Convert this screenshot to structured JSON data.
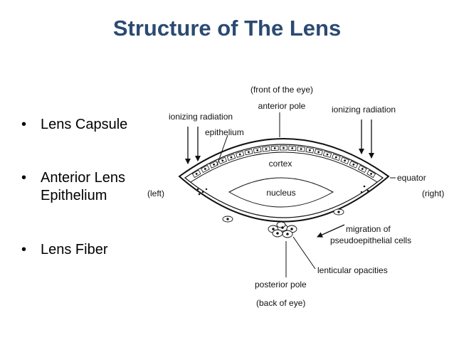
{
  "title": "Structure of The Lens",
  "bullets": [
    {
      "symbol": "•",
      "text": "Lens Capsule"
    },
    {
      "symbol": "•",
      "text": "Anterior Lens Epithelium"
    },
    {
      "symbol": "•",
      "text": "Lens Fiber"
    }
  ],
  "diagram": {
    "labels": {
      "front": "(front of the eye)",
      "anterior_pole": "anterior pole",
      "ionizing_left": "ionizing radiation",
      "ionizing_right": "ionizing radiation",
      "epithelium": "epithelium",
      "cortex": "cortex",
      "nucleus": "nucleus",
      "equator": "equator",
      "left": "(left)",
      "right": "(right)",
      "migration_1": "migration of",
      "migration_2": "pseudoepithelial cells",
      "opacities": "lenticular opacities",
      "posterior_pole": "posterior pole",
      "back": "(back of eye)"
    }
  }
}
